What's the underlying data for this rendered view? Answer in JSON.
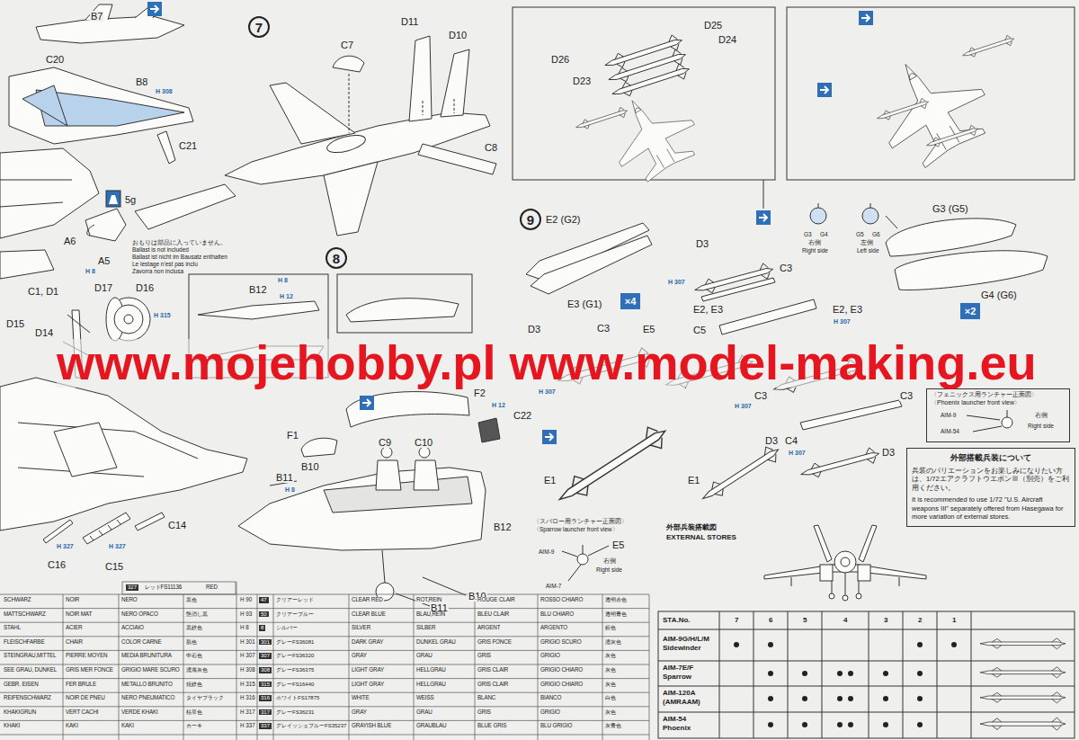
{
  "diagram": {
    "nodes": [
      {
        "text": [
          "7"
        ]
      },
      {
        "text": [
          "8"
        ]
      },
      {
        "text": [
          "9"
        ]
      },
      {
        "text": [
          "×4"
        ]
      },
      {
        "text": [
          "×2"
        ]
      },
      {
        "text": [
          "〈フェニックス用ランチャー正面図〉",
          "〈Phoenix launcher front view〉"
        ]
      },
      {
        "text": [
          "外部搭載兵装について",
          "兵装のバリエーションをお楽しみになりたい方は、1/72エアクラフトウエポンⅢ（別売）をご利用ください。",
          "It is recommended to use 1/72 \"U.S. Aircraft weapons III\" separately offered from Hasegawa for more variation of external stores."
        ]
      }
    ],
    "labels": [
      "www.mojehobby.pl www.model-making.eu",
      "B7",
      "C20",
      "B8",
      "H 308",
      "C21",
      "5g",
      "A6",
      "A5",
      "H 8",
      "おもりは部品に入っていません。",
      "Ballast is not included",
      "Ballast ist nicht im Bausatz enthalten",
      "Le lestage n'est pas inclu",
      "Zavorra non inclusa",
      "C1, D1",
      "D17",
      "D16",
      "H 315",
      "D15",
      "D14",
      "C14",
      "H 327",
      "H 327",
      "C16",
      "C15",
      "C7",
      "D11",
      "D10",
      "C8",
      "B12",
      "H 8",
      "H 12",
      "F2",
      "H 12",
      "C22",
      "F1",
      "C9",
      "C10",
      "B10",
      "B11",
      "H 8",
      "B12",
      "B10",
      "B11",
      "D25",
      "D24",
      "D26",
      "D23",
      "E2 (G2)",
      "E3 (G1)",
      "D3",
      "C3",
      "H 307",
      "E2, E3",
      "E2, E3",
      "H 307",
      "G3",
      "G4",
      "右側",
      "Right side",
      "G5",
      "G6",
      "左側",
      "Left side",
      "G3 (G5)",
      "G4 (G6)",
      "C3",
      "D3",
      "E5",
      "C5",
      "H 307",
      "C3",
      "H 307",
      "C3",
      "D3",
      "C4",
      "H 307",
      "D3",
      "E1",
      "E1",
      "AIM-9",
      "AIM-54",
      "右側",
      "Right side",
      "〈スパロー用ランチャー正面図〉",
      "〈Sparrow launcher front view〉",
      "E5",
      "AIM-9",
      "AIM-7",
      "右側",
      "Right side",
      "外部兵装搭載図",
      "EXTERNAL STORES",
      "STA.No.",
      "7",
      "6",
      "5",
      "4",
      "3",
      "2",
      "1",
      "AIM-9G/H/L/M",
      "Sidewinder",
      "AIM-7E/F",
      "Sparrow",
      "AIM-120A",
      "(AMRAAM)",
      "AIM-54",
      "Phoenix",
      "327",
      "レッドFS11136",
      "RED",
      "SCHWARZ",
      "NOIR",
      "NERO",
      "黒色",
      "MATTSCHWARZ",
      "NOIR MAT",
      "NERO OPACO",
      "艶消し黒",
      "STAHL",
      "ACIER",
      "ACCIAIO",
      "黒鉄色",
      "FLEISCHFARBE",
      "CHAIR",
      "COLOR CARNE",
      "肌色",
      "STEINGRAU,MITTEL",
      "PIERRE MOYEN",
      "MEDIA BRUNITURA",
      "中石色",
      "SEE GRAU, DUNKEL",
      "GRIS MER FONCE",
      "GRIGIO MARE SCURO",
      "濃海灰色",
      "GEBR. EISEN",
      "FER BRULE",
      "METALLO BRUNITO",
      "焼鉄色",
      "REIFENSCHWARZ",
      "NOIR DE PNEU",
      "NERO PNEUMATICO",
      "タイヤブラック",
      "KHAKIGRUN",
      "VERT CACHI",
      "VERDE KHAKI",
      "枯草色",
      "KHAKI",
      "KAKI",
      "KAKI",
      "カーキ",
      "H 90",
      "47",
      "クリアーレッド",
      "CLEAR RED",
      "ROT,REIN",
      "ROUGE CLAIR",
      "ROSSO CHIARO",
      "透明赤色",
      "H 93",
      "50",
      "クリアーブルー",
      "CLEAR BLUE",
      "BLAU,REIN",
      "BLEU CLAIR",
      "BLU CHIARO",
      "透明青色",
      "H 8",
      "8",
      "シルバー",
      "SILVER",
      "SILBER",
      "ARGENT",
      "ARGENTO",
      "銀色",
      "H 301",
      "301",
      "グレーFS36081",
      "DARK GRAY",
      "DUNKEL GRAU",
      "GRIS FONCE",
      "GRIGIO SCURO",
      "濃灰色",
      "H 307",
      "307",
      "グレーFS36320",
      "GRAY",
      "GRAU",
      "GRIS",
      "GRIGIO",
      "灰色",
      "H 308",
      "308",
      "グレーFS36375",
      "LIGHT GRAY",
      "HELLGRAU",
      "GRIS CLAIR",
      "GRIGIO CHIARO",
      "灰色",
      "H 315",
      "315",
      "グレーFS16440",
      "LIGHT GRAY",
      "HELLGRAU",
      "GRIS CLAIR",
      "GRIGIO CHIARO",
      "灰色",
      "H 316",
      "316",
      "ホワイトFS17875",
      "WHITE",
      "WEISS",
      "BLANC",
      "BIANCO",
      "白色",
      "H 317",
      "317",
      "グレーFS36231",
      "GRAY",
      "GRAU",
      "GRIS",
      "GRIGIO",
      "灰色",
      "H 337",
      "337",
      "グレイッシュブルーFS35237",
      "GRAYISH BLUE",
      "GRAUBLAU",
      "BLUE GRIS",
      "BLU GRIGIO",
      "灰青色"
    ]
  }
}
